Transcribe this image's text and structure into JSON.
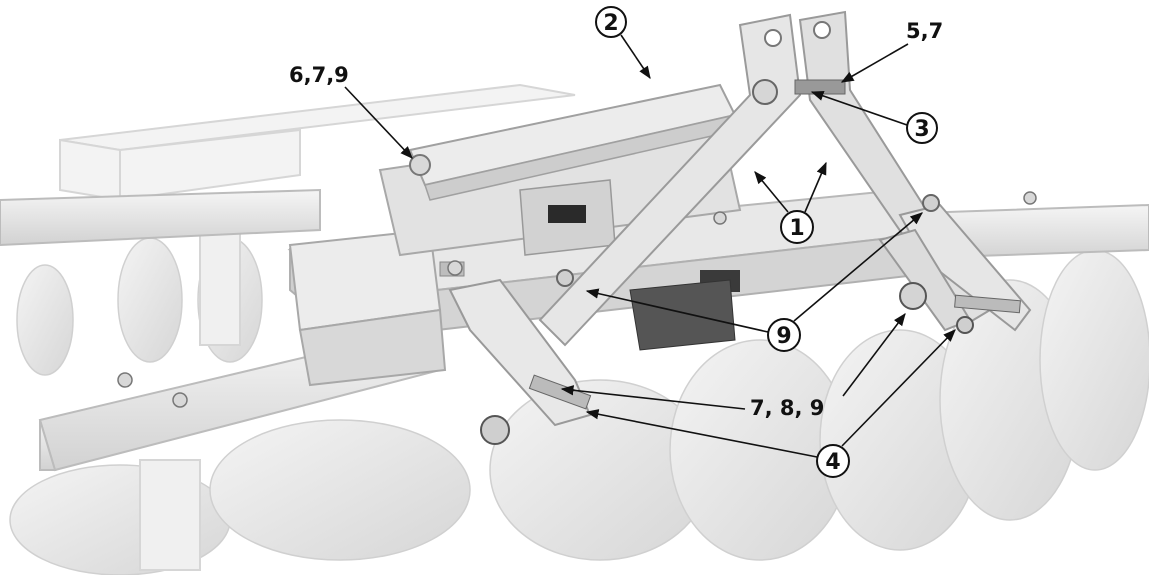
{
  "callouts": {
    "c1": "1",
    "c2": "2",
    "c3": "3",
    "c4": "4",
    "c9": "9",
    "l57": "5,7",
    "l679": "6,7,9",
    "l789": "7, 8, 9"
  },
  "colors": {
    "paint": "#ececec",
    "shadow": "#c8c8c8",
    "dark": "#7a7a7a",
    "ink": "#111111"
  }
}
